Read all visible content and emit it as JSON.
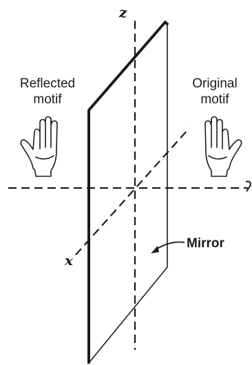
{
  "axes": {
    "z_label": "z",
    "x_label": "x"
  },
  "labels": {
    "reflected_line1": "Reflected",
    "reflected_line2": "motif",
    "original_line1": "Original",
    "original_line2": "motif",
    "mirror": "Mirror"
  }
}
